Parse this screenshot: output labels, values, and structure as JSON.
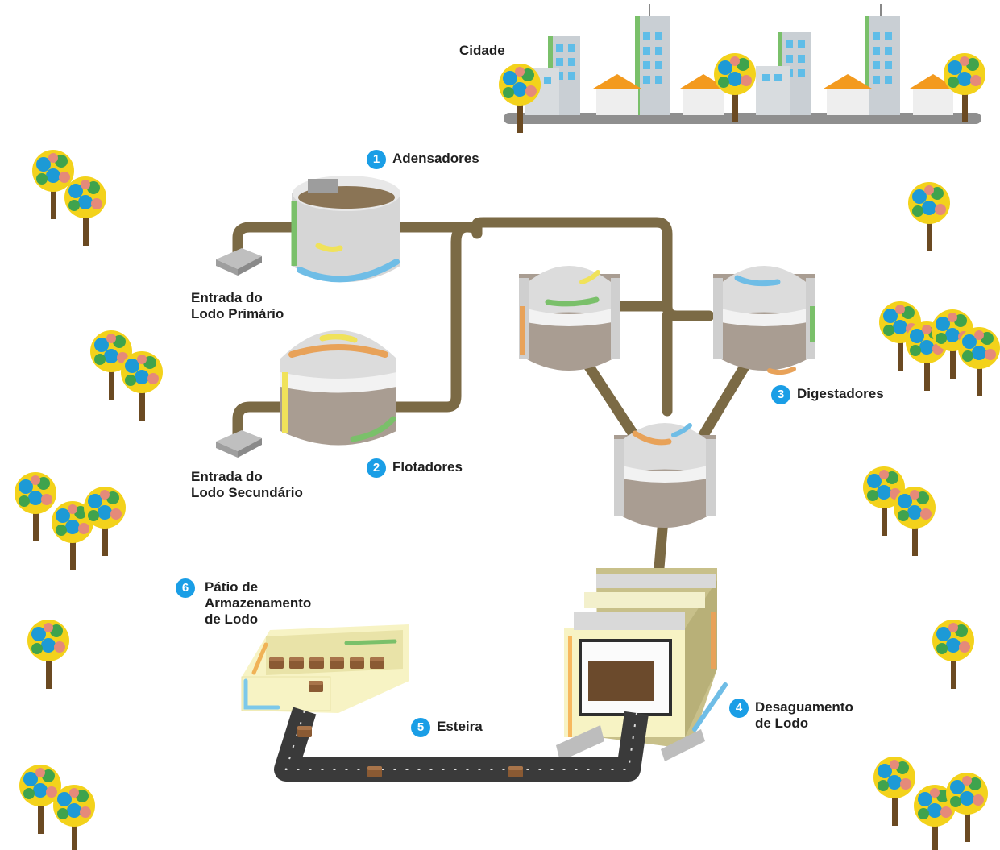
{
  "city_label": "Cidade",
  "inlets": {
    "primary": [
      "Entrada do",
      "Lodo Primário"
    ],
    "secondary": [
      "Entrada do",
      "Lodo Secundário"
    ]
  },
  "steps": [
    {
      "number": "1",
      "lines": [
        "Adensadores"
      ]
    },
    {
      "number": "2",
      "lines": [
        "Flotadores"
      ]
    },
    {
      "number": "3",
      "lines": [
        "Digestadores"
      ]
    },
    {
      "number": "4",
      "lines": [
        "Desaguamento",
        "de Lodo"
      ]
    },
    {
      "number": "5",
      "lines": [
        "Esteira"
      ]
    },
    {
      "number": "6",
      "lines": [
        "Pátio de",
        "Armazenamento",
        "de Lodo"
      ]
    }
  ],
  "colors": {
    "pipe": "#7b6a45",
    "badge": "#1a9ee6",
    "tank": "#d9d9d9",
    "sludge": "#a89e94",
    "belt": "#3a3a3a",
    "building": "#f7f3c4"
  }
}
